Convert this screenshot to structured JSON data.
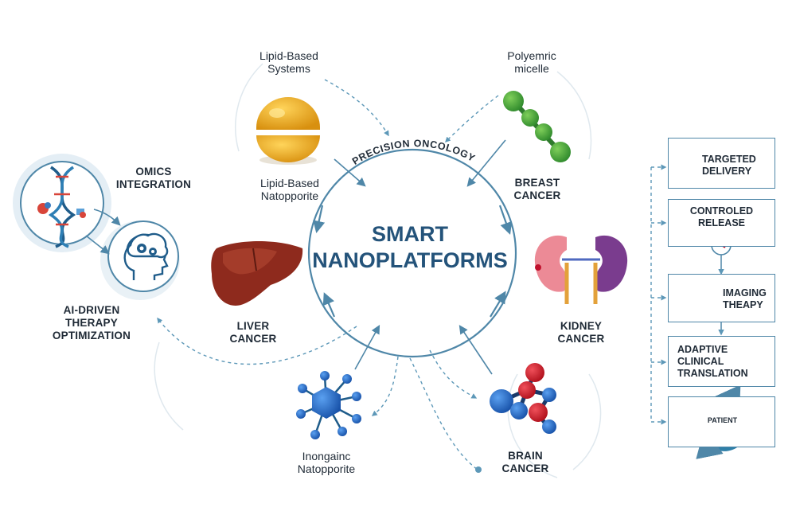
{
  "center": {
    "line1": "SMART",
    "line2": "NANOPLATFORMS",
    "arc_label": "PRECISION ONCOLOGY"
  },
  "nodes": {
    "lipid_systems": {
      "line1": "Lipid-Based",
      "line2": "Systems"
    },
    "polymeric_micelle": {
      "line1": "Polyemric",
      "line2": "micelle"
    },
    "lipid_natopporite": {
      "line1": "Lipid-Based",
      "line2": "Natopporite"
    },
    "breast_cancer": {
      "line1": "BREAST",
      "line2": "CANCER"
    },
    "omics": {
      "line1": "OMICS",
      "line2": "INTEGRATION"
    },
    "ai_therapy": {
      "line1": "AI-DRIVEN",
      "line2": "THERAPY",
      "line3": "OPTIMIZATION"
    },
    "liver_cancer": {
      "line1": "LIVER",
      "line2": "CANCER"
    },
    "kidney_cancer": {
      "line1": "KIDNEY",
      "line2": "CANCER"
    },
    "inorganic": {
      "line1": "Inongainc",
      "line2": "Natopporite"
    },
    "brain_cancer": {
      "line1": "BRAIN",
      "line2": "CANCER"
    }
  },
  "pipeline": {
    "targeted": {
      "line1": "TARGETED",
      "line2": "DELIVERY"
    },
    "controlled": {
      "line1": "CONTROLED",
      "line2": "RELEASE"
    },
    "imaging": {
      "line1": "IMAGING",
      "line2": "THEAPY"
    },
    "adaptive": {
      "line1": "ADAPTIVE",
      "line2": "CLINICAL",
      "line3": "TRANSLATION"
    },
    "patient": "PATIENT"
  },
  "colors": {
    "main_blue": "#4f87a8",
    "title_blue": "#24537a",
    "text": "#1f2a36"
  }
}
